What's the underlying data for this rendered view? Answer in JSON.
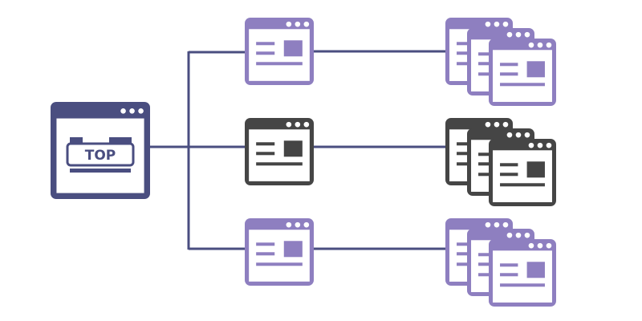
{
  "diagram": {
    "root": {
      "label": "TOP",
      "color": "#4a4e80"
    },
    "connector_color": "#4a4e80",
    "branches": [
      {
        "name": "upper",
        "color": "#8e7fc0",
        "stack_count": 3
      },
      {
        "name": "middle",
        "color": "#454545",
        "stack_count": 3
      },
      {
        "name": "lower",
        "color": "#8e7fc0",
        "stack_count": 3
      }
    ]
  }
}
